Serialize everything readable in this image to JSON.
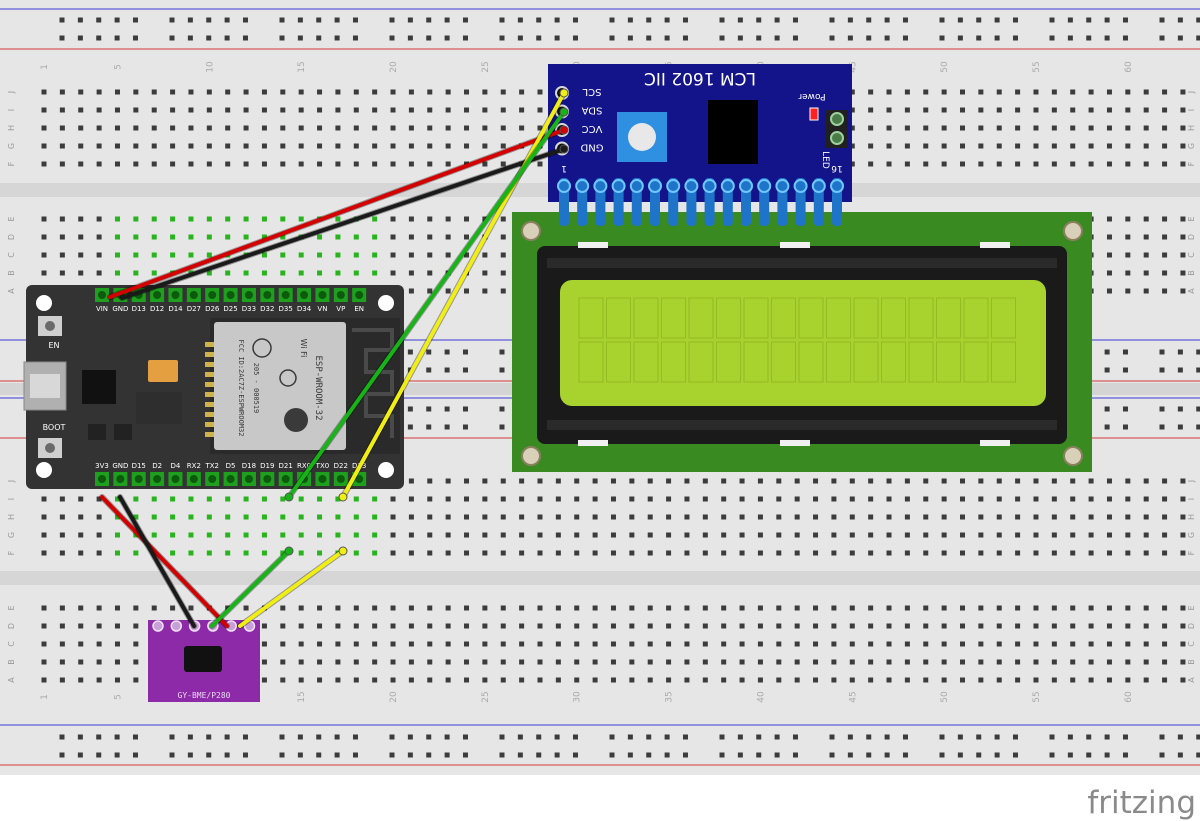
{
  "colors": {
    "board_white": "#e6e6e6",
    "rail_red": "#d23a3a",
    "rail_blue": "#3a3ad2",
    "hole": "#3c3c3c",
    "hole_green": "#27b41c",
    "esp_board": "#333333",
    "esp_module": "#c8c8c8",
    "i2c_backpack": "#14148a",
    "lcd_pcb": "#3a8a22",
    "lcd_bezel": "#1a1a1a",
    "lcd_glass": "#a8d22e",
    "bme_board": "#8c2aa8",
    "wire_red": "#d40000",
    "wire_black": "#1a1a1a",
    "wire_green": "#16b416",
    "wire_yellow": "#f0ee12",
    "fritzing_logo": "#8a8a8a"
  },
  "breadboard": {
    "col_numbers": [
      "1",
      "5",
      "10",
      "15",
      "20",
      "25",
      "30",
      "35",
      "40",
      "45",
      "50",
      "55",
      "60"
    ],
    "top_row_letters": [
      "J",
      "I",
      "H",
      "G",
      "F"
    ],
    "bottom_row_letters": [
      "E",
      "D",
      "C",
      "B",
      "A"
    ]
  },
  "lcd_backpack": {
    "title": "LCM 1602 IIC",
    "power_label": "Power",
    "led_label": "LED",
    "pin_labels": [
      "SCL",
      "SDA",
      "VCC",
      "GND"
    ],
    "pin_one": "1",
    "pin_sixteen": "16"
  },
  "esp32": {
    "top_pins": [
      "VIN",
      "GND",
      "D13",
      "D12",
      "D14",
      "D27",
      "D26",
      "D25",
      "D33",
      "D32",
      "D35",
      "D34",
      "VN",
      "VP",
      "EN"
    ],
    "bottom_pins": [
      "3V3",
      "GND",
      "D15",
      "D2",
      "D4",
      "RX2",
      "TX2",
      "D5",
      "D18",
      "D19",
      "D21",
      "RX0",
      "TX0",
      "D22",
      "D23"
    ],
    "en_button": "EN",
    "boot_button": "BOOT",
    "module_text_1": "ESP-WROOM-32",
    "module_text_2": "FCC ID:2AC7Z-ESPWROOM32",
    "module_text_3": "205 - 000519",
    "wifi_text": "Wi Fi"
  },
  "bme": {
    "label": "GY-BME/P280"
  },
  "logo": {
    "text": "fritzing"
  }
}
